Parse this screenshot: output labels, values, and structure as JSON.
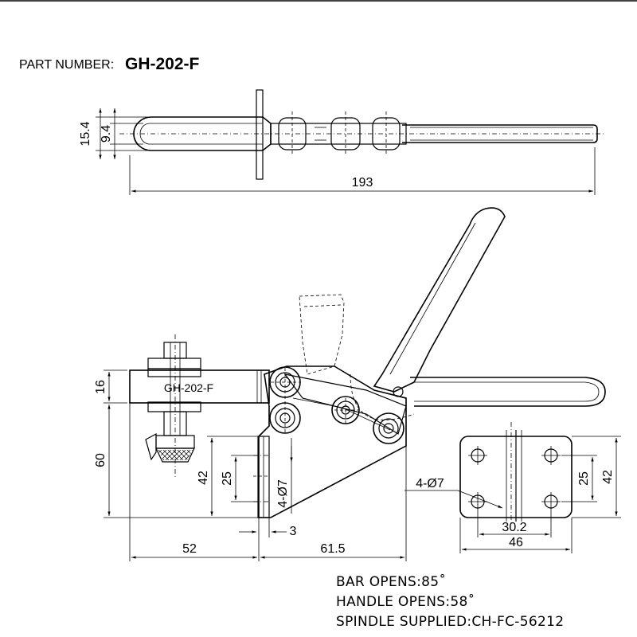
{
  "header": {
    "part_label": "PART NUMBER:",
    "part_number": "GH-202-F"
  },
  "top_view": {
    "dim_15_4": "15.4",
    "dim_9_4": "9.4",
    "dim_193": "193"
  },
  "side_view": {
    "body_label": "GH-202-F",
    "dim_16": "16",
    "dim_60": "60",
    "dim_42": "42",
    "dim_25": "25",
    "dim_holes": "4-Ø7",
    "dim_3": "3",
    "dim_52": "52",
    "dim_61_5": "61.5"
  },
  "base_view": {
    "dim_holes": "4-Ø7",
    "dim_25": "25",
    "dim_42": "42",
    "dim_30_2": "30.2",
    "dim_46": "46"
  },
  "notes": [
    "BAR OPENS:85˚",
    "HANDLE OPENS:58˚",
    "SPINDLE SUPPLIED:CH-FC-56212"
  ]
}
